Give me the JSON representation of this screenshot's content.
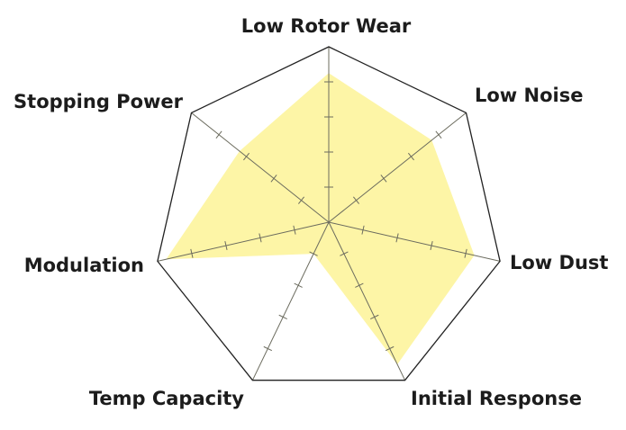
{
  "chart_data": {
    "type": "radar",
    "axes": [
      "Low Rotor Wear",
      "Low Noise",
      "Low Dust",
      "Initial Response",
      "Temp Capacity",
      "Modulation",
      "Stopping Power"
    ],
    "values": [
      8.5,
      7.5,
      8.5,
      9.0,
      2.0,
      9.5,
      6.5
    ],
    "range": [
      0,
      10
    ],
    "ticks": [
      2,
      4,
      6,
      8
    ],
    "grid": false
  },
  "colors": {
    "fill": "#fdf5a6",
    "outline": "#222222",
    "spokes": "#6b6b5e"
  }
}
